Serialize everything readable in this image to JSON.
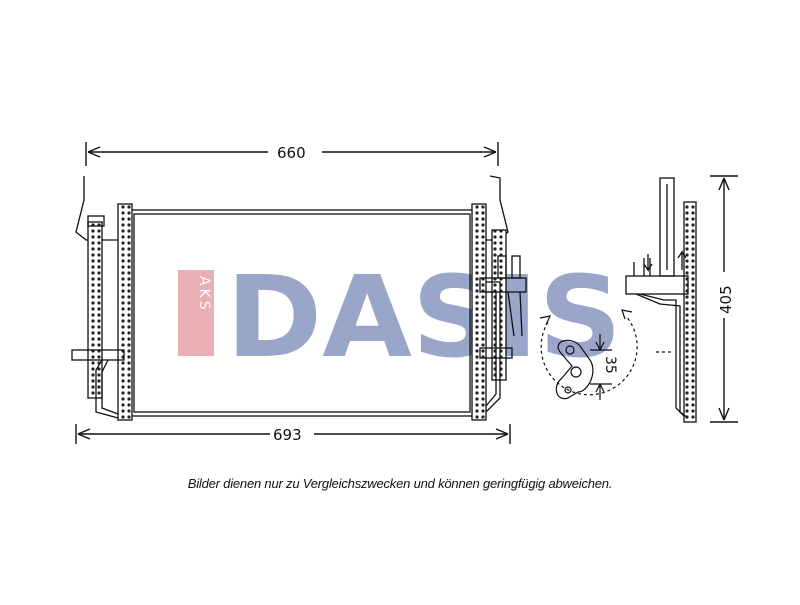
{
  "dimensions": {
    "top_width": "660",
    "bottom_width": "693",
    "height": "405",
    "fitting": "35"
  },
  "watermark": {
    "brand": "DASIS",
    "side": "AKS",
    "colors": {
      "red": "#e7a7ad",
      "blue": "#8e9cc4"
    }
  },
  "caption": "Bilder dienen nur zu Vergleichszwecken und können geringfügig abweichen."
}
